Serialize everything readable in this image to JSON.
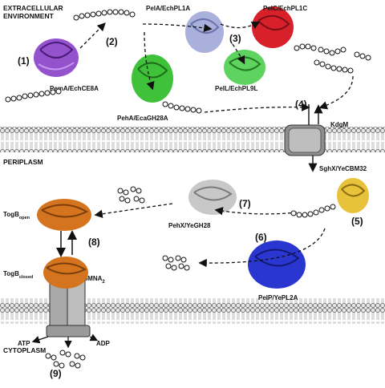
{
  "regions": {
    "extracellular_line1": "EXTRACELLULAR",
    "extracellular_line2": "ENVIRONMENT",
    "periplasm": "PERIPLASM",
    "cytoplasm": "CYTOPLASM"
  },
  "proteins": {
    "pema": "PemA/EchCE8A",
    "pela": "PelA/EchPL1A",
    "pelc": "PelC/EchPL1C",
    "pehA": "PehA/EcaGH28A",
    "pell": "PelL/EchPL9L",
    "kdgm": "KdgM",
    "sghx": "SghX/YeCBM32",
    "pehx": "PehX/YeGH28",
    "pelp": "PelP/YePL2A",
    "togb_open_main": "TogB",
    "togb_open_sub": "open",
    "togb_closed_main": "TogB",
    "togb_closed_sub": "closed",
    "tomna_main": "ToMNA",
    "tomna_sub": "2"
  },
  "energy": {
    "atp": "ATP",
    "adp": "ADP"
  },
  "steps": [
    "(1)",
    "(2)",
    "(3)",
    "(4)",
    "(5)",
    "(6)",
    "(7)",
    "(8)",
    "(9)"
  ],
  "colors": {
    "pema": "#8a3fc8",
    "pela": "#a9b0dc",
    "pelc": "#d8202a",
    "pehA": "#3fc23a",
    "pell": "#5fd35f",
    "sghx": "#e8c23a",
    "pehx": "#bdbdbd",
    "pelp": "#2a36d0",
    "togb": "#d4741e",
    "transporter": "#9a9a9a"
  }
}
